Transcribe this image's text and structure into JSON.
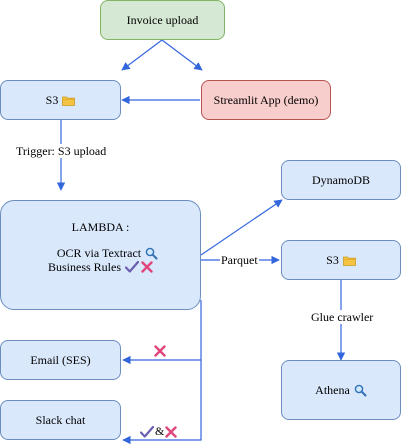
{
  "nodes": {
    "invoice_upload": "Invoice upload",
    "s3_top": "S3",
    "streamlit": "Streamlit App (demo)",
    "lambda_title": "LAMBDA :",
    "lambda_ocr": "OCR via Textract",
    "lambda_rules": "Business Rules",
    "dynamodb": "DynamoDB",
    "s3_right": "S3",
    "athena": "Athena",
    "email": "Email (SES)",
    "slack": "Slack chat"
  },
  "edges": {
    "trigger": "Trigger: S3 upload",
    "parquet": "Parquet",
    "glue": "Glue crawler",
    "ampersand": "&"
  },
  "icons": {
    "s3_top": "folder-icon",
    "s3_right": "folder-icon",
    "ocr": "magnifier-icon",
    "athena": "magnifier-icon",
    "rules_ok": "check-icon",
    "rules_fail": "cross-icon",
    "email_mark": "cross-icon",
    "slack_ok": "check-icon",
    "slack_fail": "cross-icon"
  },
  "colors": {
    "blue_fill": "#dae8fc",
    "blue_stroke": "#6c8ebf",
    "green_fill": "#d5e8d4",
    "green_stroke": "#82b366",
    "red_fill": "#f8cecc",
    "red_stroke": "#b85450",
    "edge": "#3366dd"
  }
}
